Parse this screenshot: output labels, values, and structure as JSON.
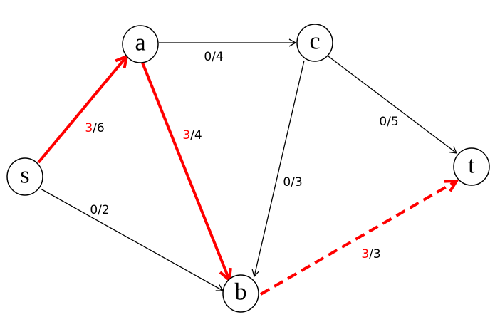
{
  "colors": {
    "flow": "#ff0000",
    "edge": "#000000"
  },
  "nodes": {
    "s": "s",
    "a": "a",
    "b": "b",
    "c": "c",
    "t": "t"
  },
  "edges": {
    "s_a": {
      "flow": "3",
      "cap": "/6"
    },
    "a_b": {
      "flow": "3",
      "cap": "/4"
    },
    "a_c": {
      "flow": "0",
      "cap": "/4"
    },
    "c_b": {
      "flow": "0",
      "cap": "/3"
    },
    "c_t": {
      "flow": "0",
      "cap": "/5"
    },
    "s_b": {
      "flow": "0",
      "cap": "/2"
    },
    "b_t": {
      "flow": "3",
      "cap": "/3"
    }
  }
}
